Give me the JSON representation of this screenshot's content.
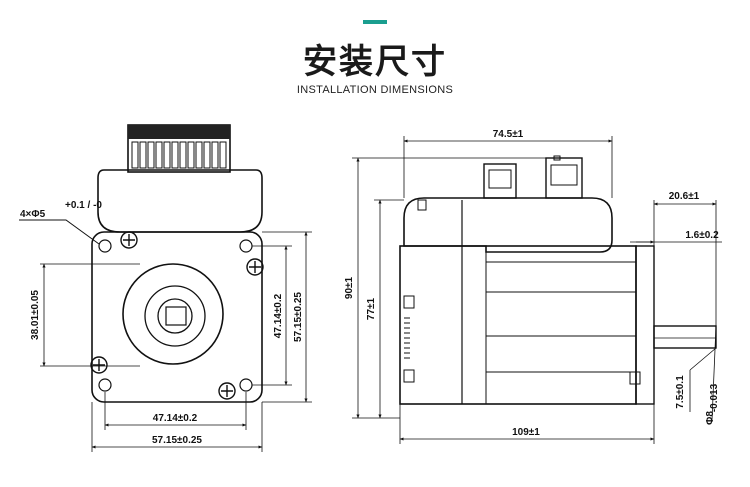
{
  "header": {
    "title_zh": "安装尺寸",
    "title_en": "INSTALLATION DIMENSIONS",
    "accent_color": "#1a9e8f"
  },
  "front_view": {
    "hole_callout": "4×Φ5",
    "hole_tolerance": "+0.1 / -0",
    "bore_dim": "38.01±0.05",
    "hole_pitch_v": "47.14±0.2",
    "flange_v": "57.15±0.25",
    "hole_pitch_h": "47.14±0.2",
    "flange_h": "57.15±0.25"
  },
  "side_view": {
    "top_length": "74.5±1",
    "height_total": "90±1",
    "height_body": "77±1",
    "shaft_length": "20.6±1",
    "boss_length": "1.6±0.2",
    "shaft_flat": "7.5±0.1",
    "shaft_dia": "Φ8",
    "shaft_dia_tol": "-0.013",
    "total_length": "109±1"
  }
}
